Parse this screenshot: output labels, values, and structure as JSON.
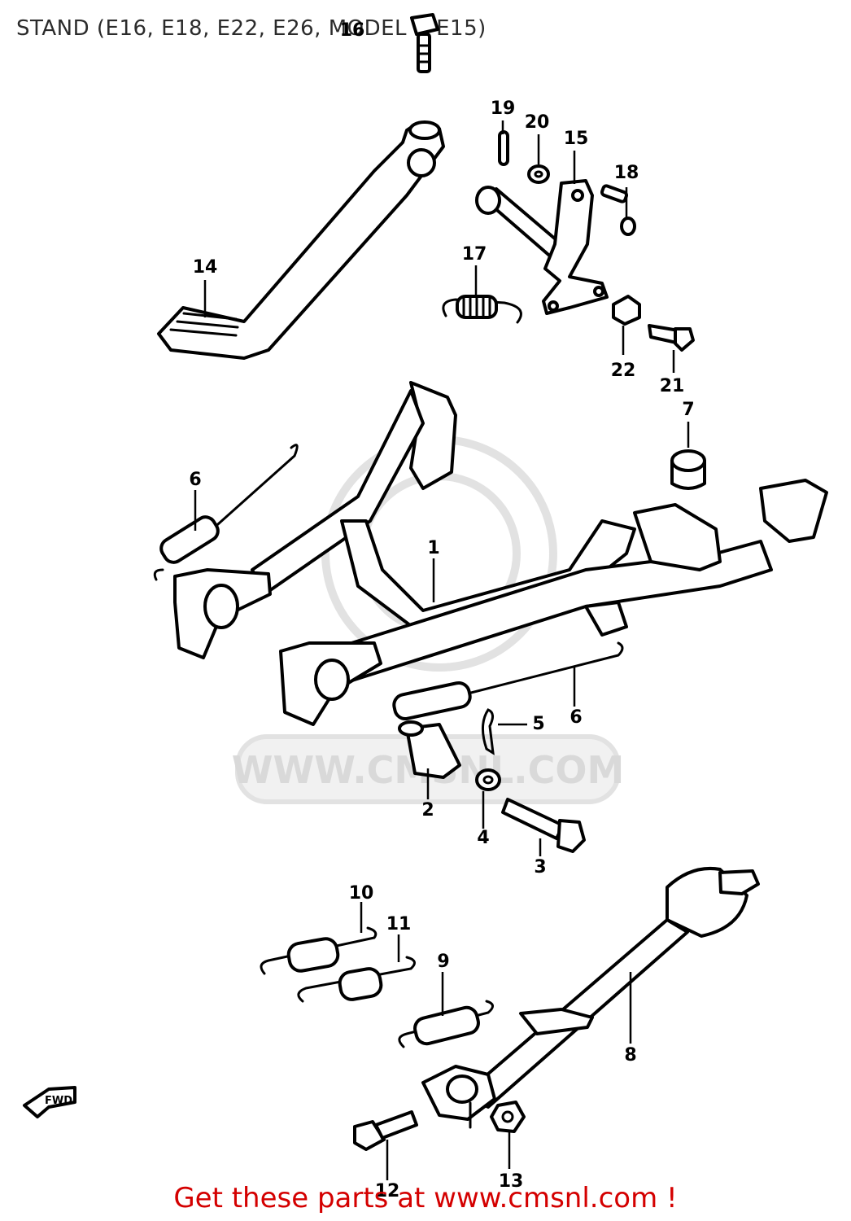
{
  "title": "STAND (E16, E18, E22, E26, MODEL R E15)",
  "footer": "Get these parts at www.cmsnl.com !",
  "watermark": "WWW.CMSNL.COM",
  "fwd_label": "FWD",
  "callouts": {
    "p1": "1",
    "p2": "2",
    "p3": "3",
    "p4": "4",
    "p5": "5",
    "p6a": "6",
    "p6b": "6",
    "p7": "7",
    "p8": "8",
    "p9": "9",
    "p10": "10",
    "p11": "11",
    "p12": "12",
    "p13": "13",
    "p14": "14",
    "p15": "15",
    "p16": "16",
    "p17": "17",
    "p18": "18",
    "p19": "19",
    "p20": "20",
    "p21": "21",
    "p22": "22"
  }
}
